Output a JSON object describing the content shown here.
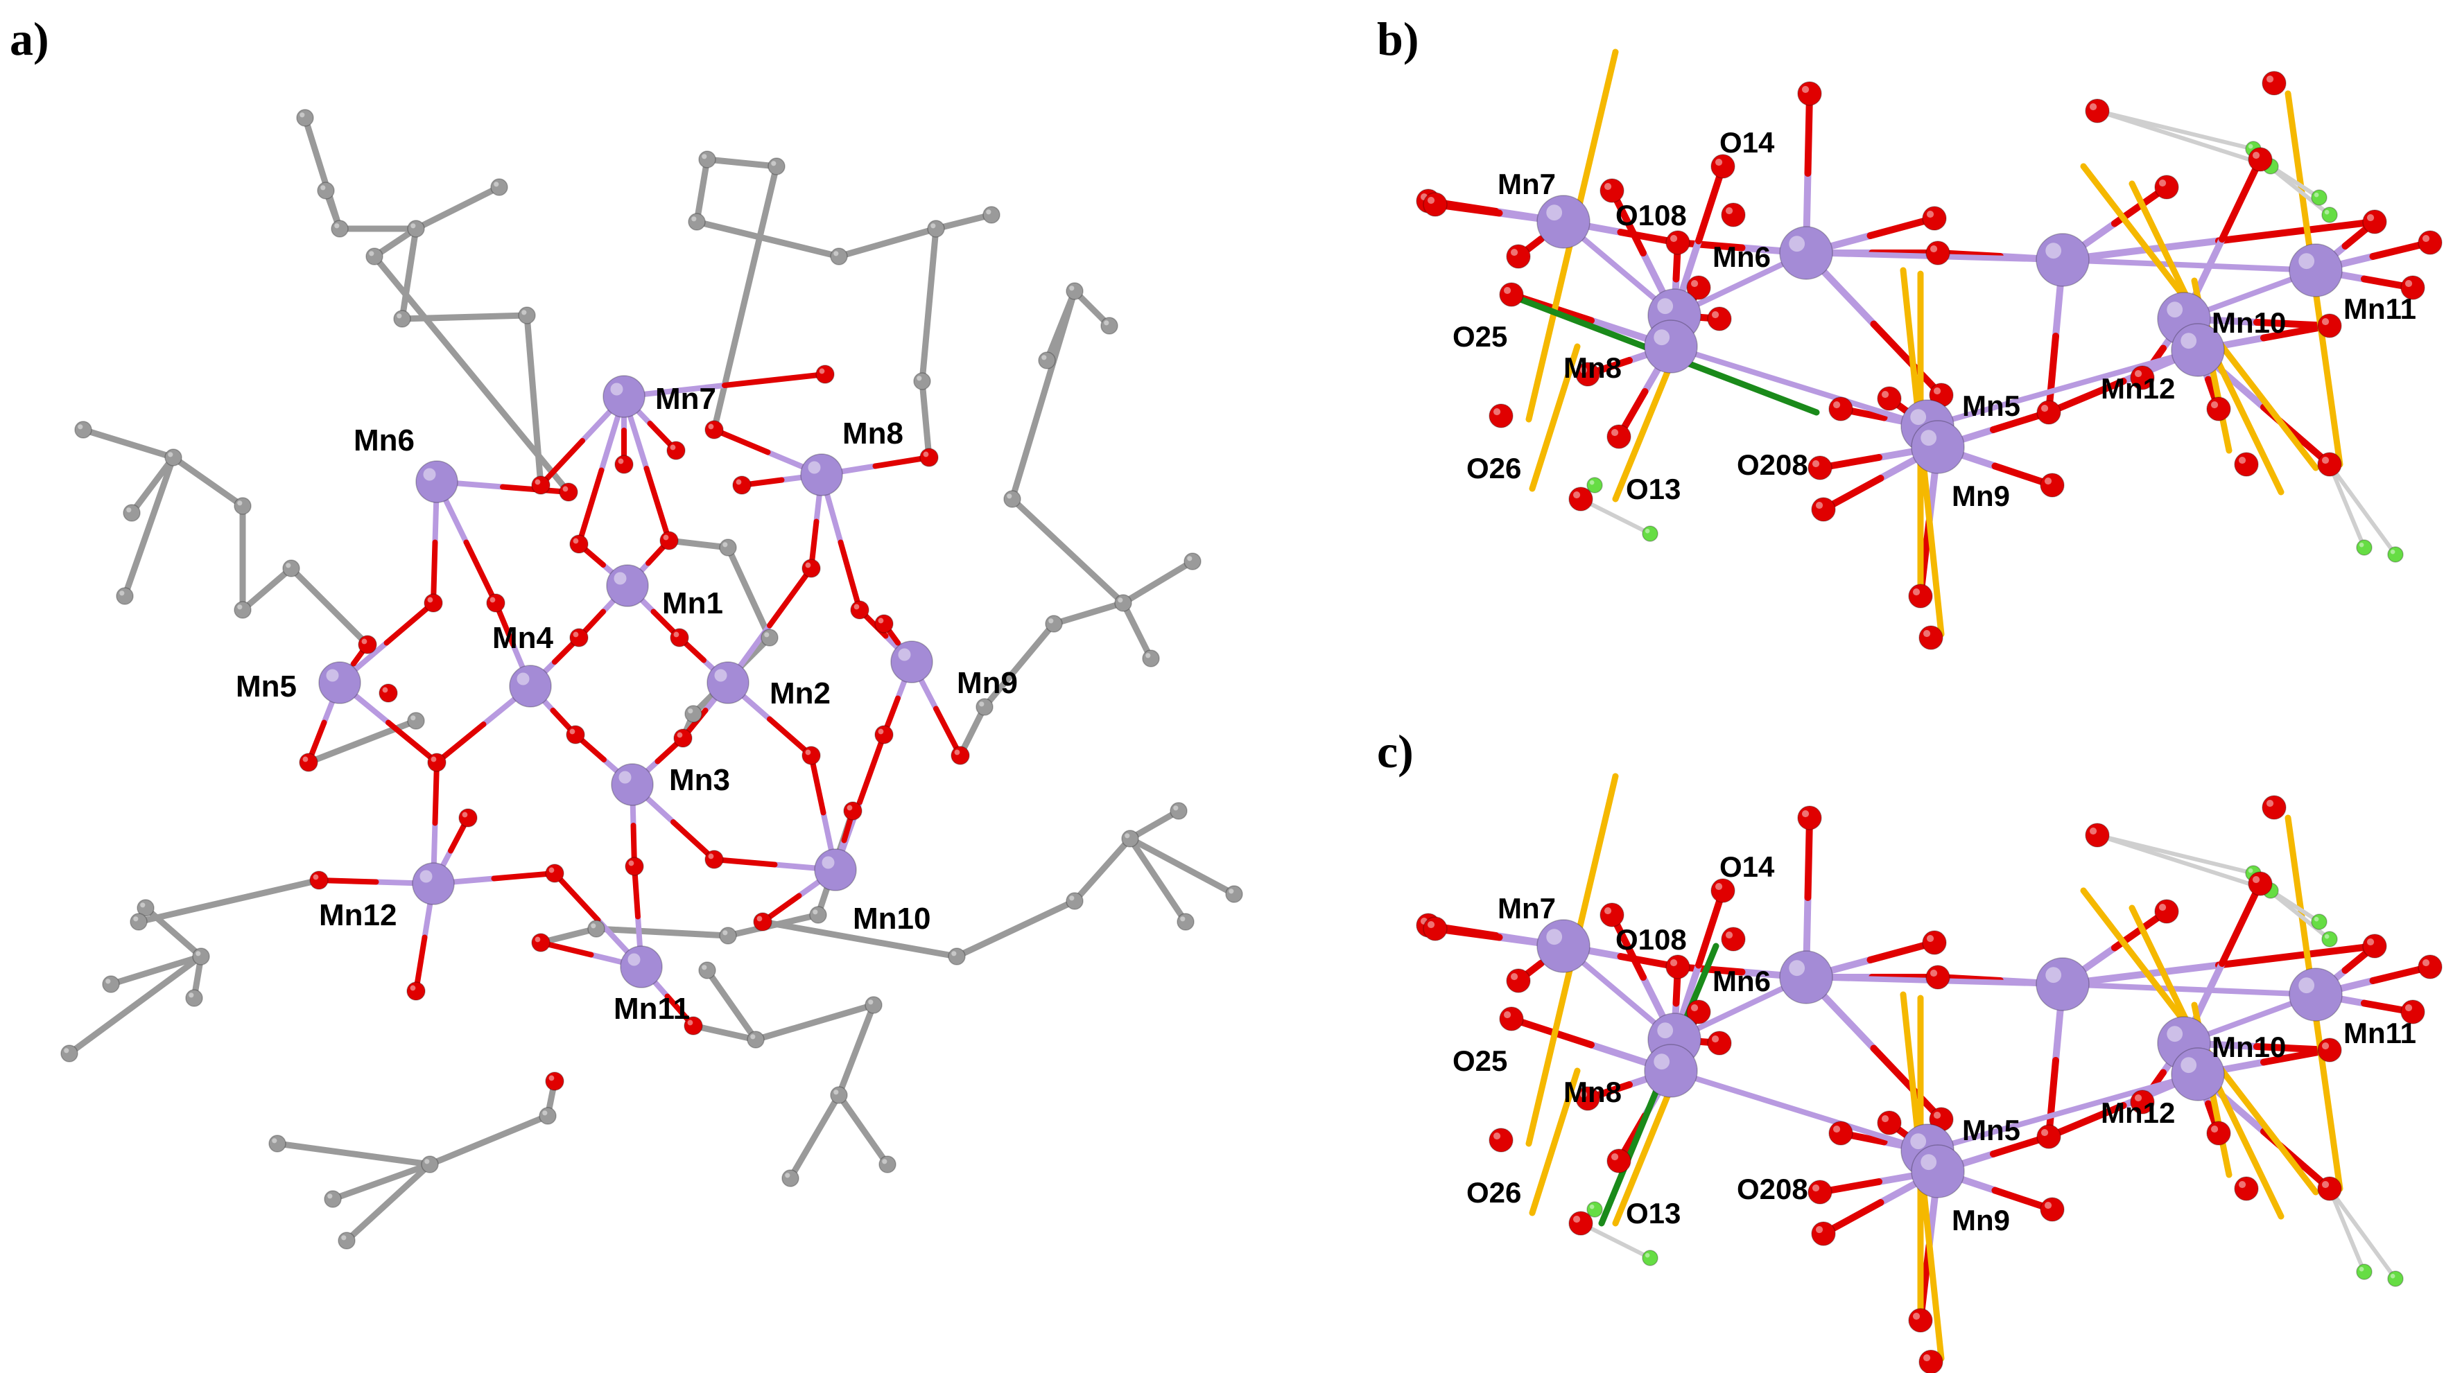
{
  "panels": {
    "a": {
      "letter": "a)",
      "labels": [
        "Mn1",
        "Mn2",
        "Mn3",
        "Mn4",
        "Mn5",
        "Mn6",
        "Mn7",
        "Mn8",
        "Mn9",
        "Mn10",
        "Mn11",
        "Mn12"
      ]
    },
    "b": {
      "letter": "b)",
      "labels": [
        "Mn7",
        "O14",
        "O108",
        "Mn6",
        "O25",
        "Mn8",
        "O26",
        "O13",
        "O208",
        "Mn5",
        "Mn9",
        "Mn10",
        "Mn11",
        "Mn12"
      ]
    },
    "c": {
      "letter": "c)",
      "labels": [
        "Mn7",
        "O14",
        "O108",
        "Mn6",
        "O25",
        "Mn8",
        "O26",
        "O13",
        "O208",
        "Mn5",
        "Mn9",
        "Mn10",
        "Mn11",
        "Mn12"
      ]
    }
  },
  "colors": {
    "manganese": "#a48bd6",
    "oxygen": "#e00000",
    "carbon": "#9a9a9a",
    "hydrogen": "#66dd44",
    "mn_o_bond": "#b89ae0",
    "long_bond": "#f5b800",
    "highlight_bond": "#1a8a1a"
  }
}
